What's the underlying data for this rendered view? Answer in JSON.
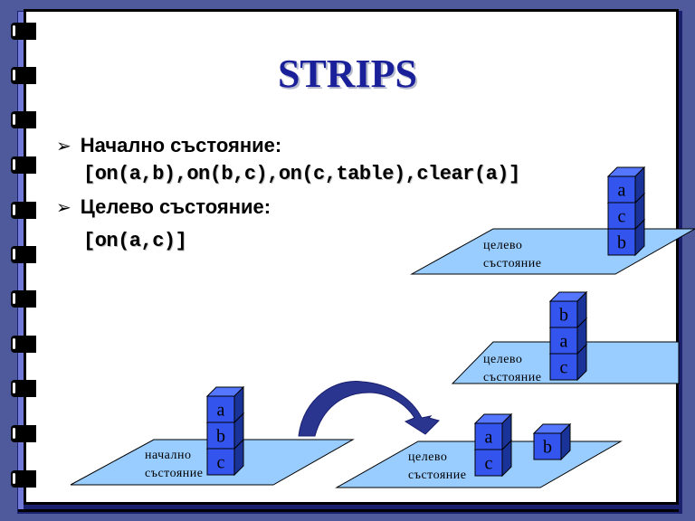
{
  "slide": {
    "title": "STRIPS",
    "bullets": [
      {
        "icon": "arrow-bullet-icon",
        "label": "Начално състояние:",
        "code": "[on(a,b),on(b,c),on(c,table),clear(a)]"
      },
      {
        "icon": "arrow-bullet-icon",
        "label": "Целево състояние:",
        "code": "[on(a,c)]"
      }
    ],
    "colors": {
      "background": "#4e5a9c",
      "title": "#1a1f9a",
      "plane": "#99ccff",
      "block_front": "#3355ee",
      "block_top": "#5577ff",
      "block_side": "#1a3399",
      "arrow": "#2a3590"
    }
  },
  "diagram": {
    "initial_state": {
      "label_line1": "начално",
      "label_line2": "състояние",
      "stack": [
        "a",
        "b",
        "c"
      ]
    },
    "transition_arrow": "curved-arrow",
    "goal_state_1": {
      "label_line1": "целево",
      "label_line2": "състояние",
      "stack": [
        "a",
        "c"
      ],
      "separate": [
        "b"
      ]
    },
    "goal_state_2": {
      "label_line1": "целево",
      "label_line2": "състояние",
      "stack": [
        "b",
        "a",
        "c"
      ]
    },
    "goal_state_3": {
      "label_line1": "целево",
      "label_line2": "състояние",
      "stack": [
        "a",
        "c",
        "b"
      ]
    }
  }
}
